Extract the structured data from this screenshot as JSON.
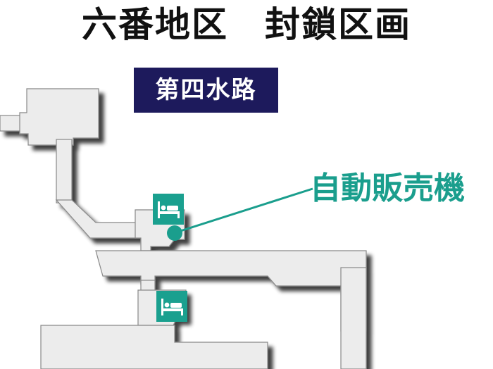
{
  "title": "六番地区　封鎖区画",
  "area_name": "第四水路",
  "poi": {
    "label": "自動販売機",
    "icon": "vending-machine-marker"
  },
  "markers": [
    {
      "name": "rest-bed-upper",
      "icon": "bed-icon"
    },
    {
      "name": "rest-bed-lower",
      "icon": "bed-icon"
    }
  ],
  "colors": {
    "floor": "#ececec",
    "wall": "#888888",
    "shadow": "#2a2a2a",
    "accent": "#1a9e8d",
    "area_tag_bg": "#1d1a5c",
    "title_text": "#111111"
  }
}
